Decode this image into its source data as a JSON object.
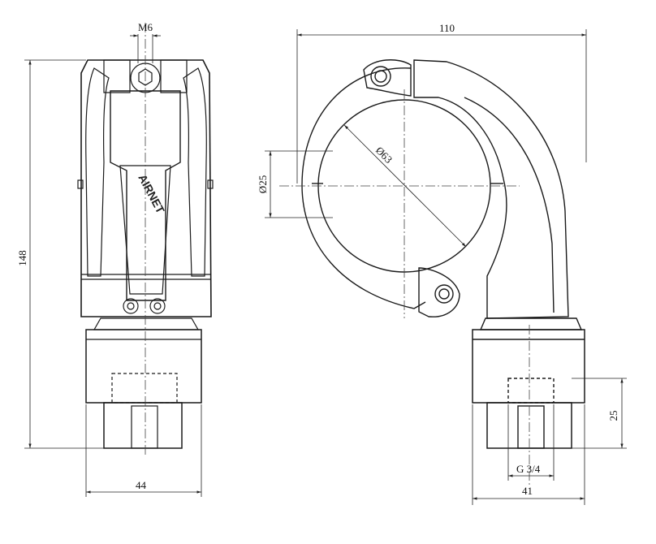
{
  "drawing": {
    "front_view": {
      "dim_thread_top": "M6",
      "dim_height": "148",
      "dim_width": "44",
      "brand_text": "AIRNET"
    },
    "side_view": {
      "dim_length": "110",
      "dim_clamp_bore": "Ø63",
      "dim_outlet_bore": "Ø25",
      "dim_fitting_height": "25",
      "dim_thread": "G 3/4",
      "dim_width": "41"
    }
  }
}
